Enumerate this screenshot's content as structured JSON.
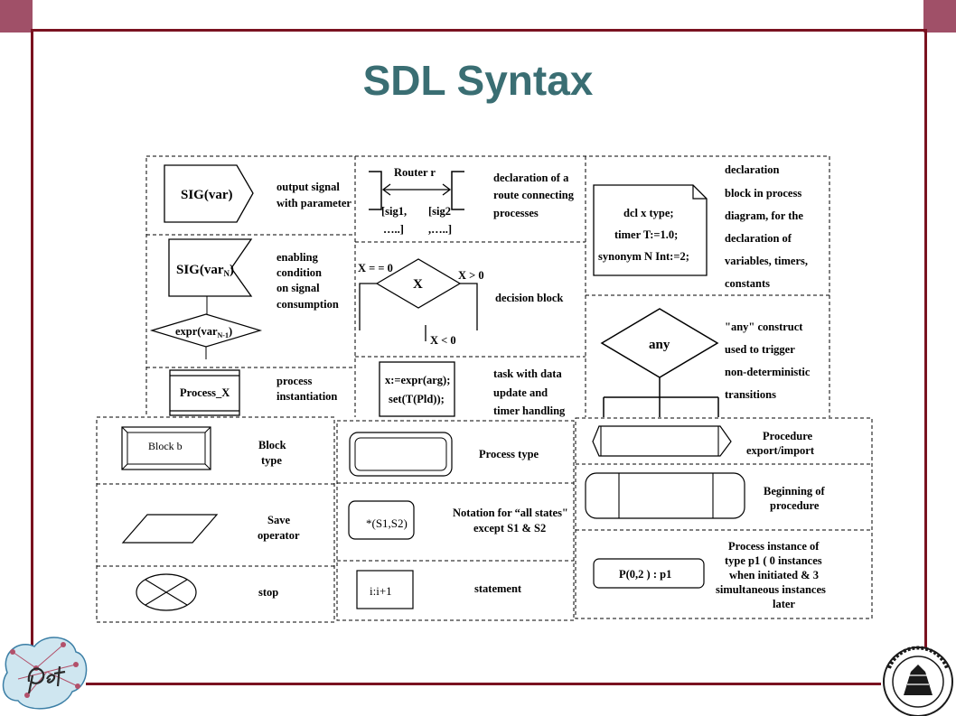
{
  "slide": {
    "title": "SDL Syntax"
  },
  "top": {
    "out_sig": "SIG(var)",
    "out_desc": [
      "output signal",
      "with parameter"
    ],
    "en_sig_main": "SIG(var",
    "en_sig_sub": "N",
    "en_sig_close": ")",
    "en_expr_main": "expr(var",
    "en_expr_sub": "N-1",
    "en_expr_close": ")",
    "en_desc": [
      "enabling",
      "condition",
      "on signal",
      "consumption"
    ],
    "proc_x": "Process_X",
    "proc_desc": [
      "process",
      "instantiation"
    ],
    "router": "Router r",
    "sig1": [
      "[sig1,",
      "…..]"
    ],
    "sig2": [
      "[sig2",
      ",…..]"
    ],
    "route_desc": [
      "declaration of a",
      "route connecting",
      "processes"
    ],
    "dec_x": "X",
    "dec_eq": "X = = 0",
    "dec_gt": "X > 0",
    "dec_lt": "X < 0",
    "dec_desc": "decision block",
    "task_code": [
      "x:=expr(arg);",
      "set(T(Pld));"
    ],
    "task_desc": [
      "task with data",
      "update and",
      "timer handling"
    ],
    "dcl_code": [
      "dcl x type;",
      "timer T:=1.0;",
      "synonym N Int:=2;"
    ],
    "dcl_desc": [
      "declaration",
      "block in process",
      "diagram, for the",
      "declaration of",
      "variables, timers,",
      "constants"
    ],
    "any": "any",
    "any_desc": [
      "\"any\" construct",
      "used to trigger",
      "non-deterministic",
      "transitions"
    ]
  },
  "bottom": {
    "block_b": "Block b",
    "block_desc": [
      "Block",
      "type"
    ],
    "save_desc": [
      "Save",
      "operator"
    ],
    "stop_desc": "stop",
    "ptype_desc": "Process type",
    "all_states": "*(S1,S2)",
    "all_states_desc": [
      "Notation for “all states\"",
      "except S1 & S2"
    ],
    "stmt": "i:i+1",
    "stmt_desc": "statement",
    "proc_exp_desc": [
      "Procedure",
      "export/import"
    ],
    "proc_begin_desc": [
      "Beginning of",
      "procedure"
    ],
    "pinst": "P(0,2 ) : p1",
    "pinst_desc": [
      "Process instance of",
      "type p1 ( 0 instances",
      "when initiated & 3",
      "simultaneous instances",
      "later"
    ]
  }
}
